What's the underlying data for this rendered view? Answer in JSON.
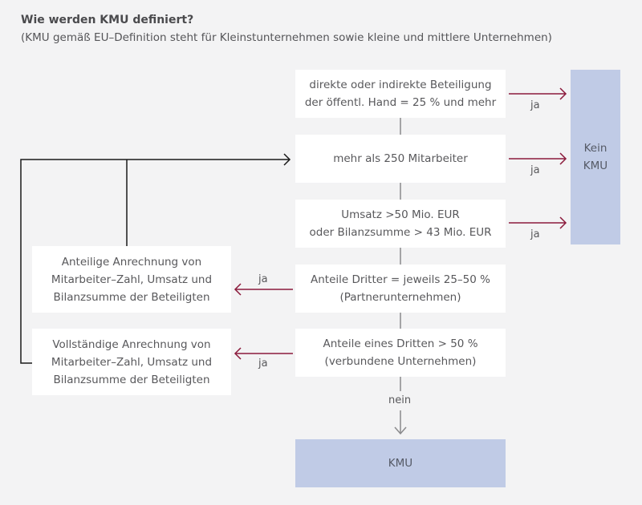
{
  "header": {
    "title": "Wie werden KMU definiert?",
    "subtitle": "(KMU gemäß EU–Definition steht für Kleinstunternehmen sowie kleine und mittlere Unternehmen)"
  },
  "flow": {
    "criteria": [
      {
        "text": "direkte oder indirekte Beteiligung\nder öffentl. Hand = 25 % und mehr",
        "yes_label": "ja"
      },
      {
        "text": "mehr als 250 Mitarbeiter",
        "yes_label": "ja"
      },
      {
        "text": "Umsatz >50 Mio. EUR\noder Bilanzsumme > 43 Mio. EUR",
        "yes_label": "ja"
      },
      {
        "text": "Anteile Dritter = jeweils 25–50 %\n(Partnerunternehmen)",
        "yes_label": "ja"
      },
      {
        "text": "Anteile eines Dritten > 50 %\n(verbundene Unternehmen)",
        "yes_label": "ja"
      }
    ],
    "no_label": "nein",
    "outcomes": {
      "not_sme": "Kein\nKMU",
      "sme": "KMU"
    },
    "calculations": [
      {
        "text": "Anteilige Anrechnung von\nMitarbeiter–Zahl, Umsatz und\nBilanzsumme der Beteiligten"
      },
      {
        "text": "Vollständige Anrechnung von\nMitarbeiter–Zahl, Umsatz und\nBilanzsumme der Beteiligten"
      }
    ]
  },
  "colors": {
    "background": "#f3f3f4",
    "box": "#ffffff",
    "outcome_box": "#c0cbe6",
    "yes_arrow": "#8b1a3c",
    "connector": "#1a1a1a",
    "neutral_line": "#8a8a8c"
  }
}
